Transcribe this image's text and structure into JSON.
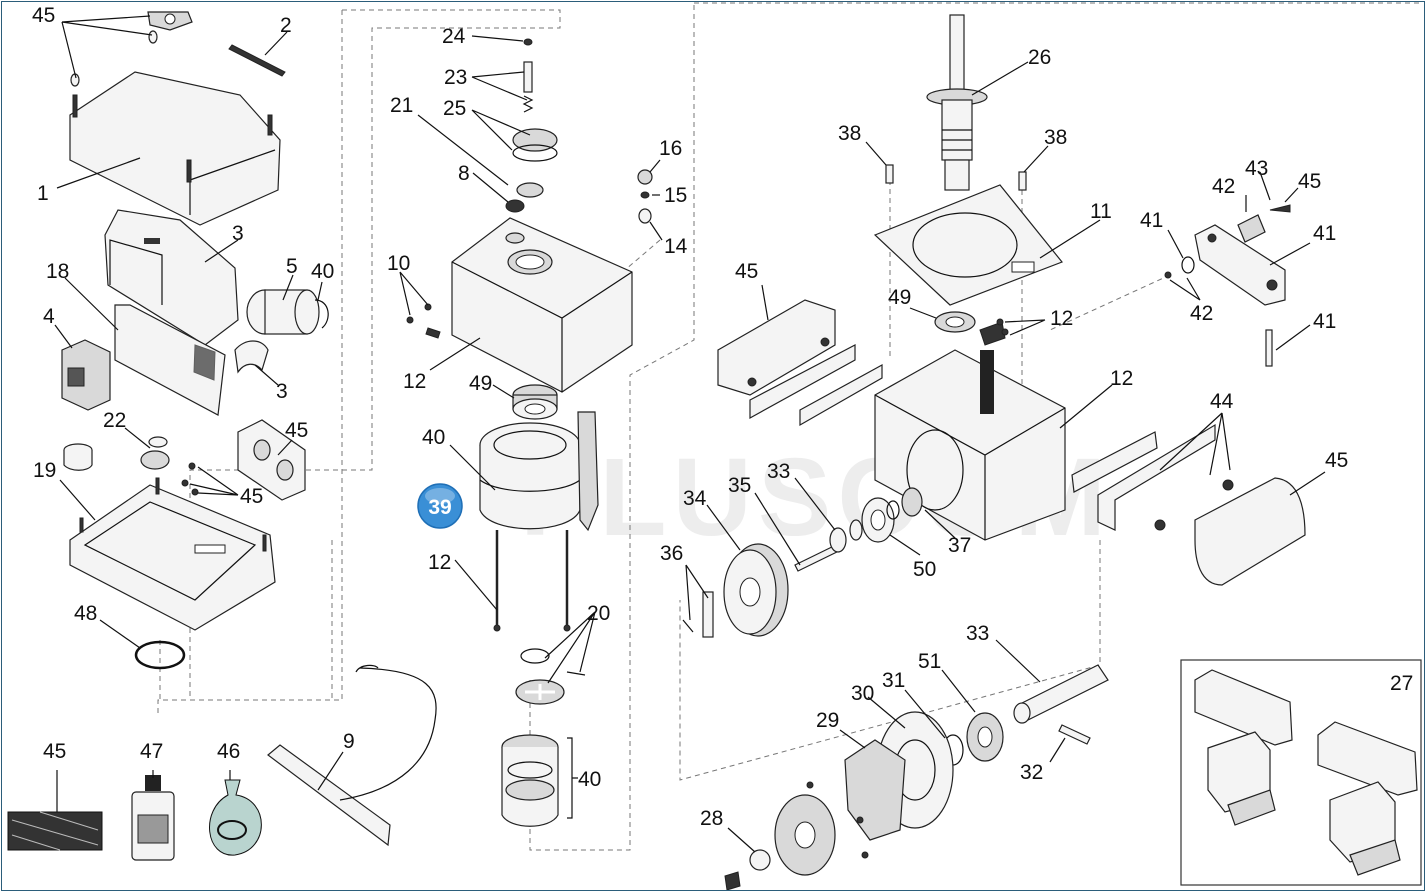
{
  "diagram": {
    "watermark": "PLUSCOM",
    "highlight": {
      "label": "39",
      "color": "#3a8fd6"
    },
    "labels": [
      "45",
      "2",
      "1",
      "3",
      "18",
      "5",
      "40",
      "4",
      "3",
      "22",
      "45",
      "19",
      "45",
      "48",
      "45",
      "47",
      "46",
      "9",
      "24",
      "23",
      "21",
      "25",
      "8",
      "16",
      "15",
      "14",
      "10",
      "12",
      "49",
      "40",
      "12",
      "20",
      "40",
      "26",
      "38",
      "38",
      "11",
      "45",
      "49",
      "12",
      "12",
      "33",
      "35",
      "34",
      "37",
      "50",
      "36",
      "33",
      "51",
      "31",
      "30",
      "29",
      "32",
      "28",
      "42",
      "43",
      "45",
      "41",
      "41",
      "42",
      "41",
      "44",
      "45",
      "27"
    ]
  }
}
